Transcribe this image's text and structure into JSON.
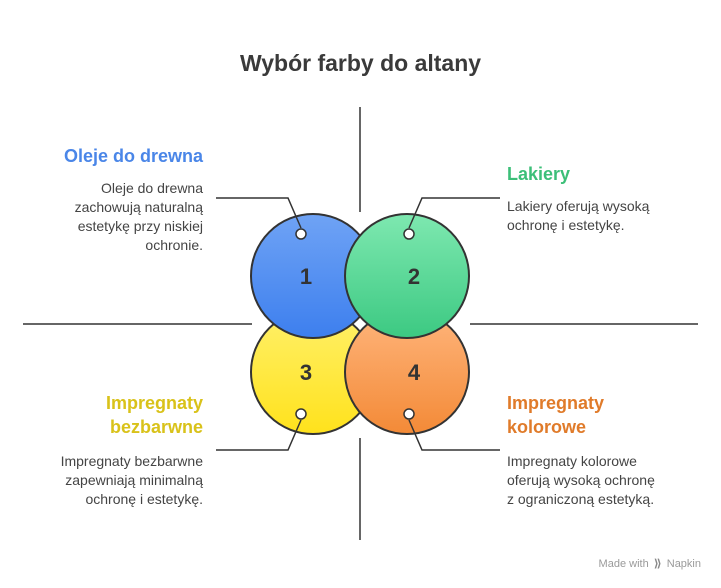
{
  "title": "Wybór farby do altany",
  "colors": {
    "q1": "#4f8df0",
    "q2": "#3fcf85",
    "q3": "#ffe22e",
    "q4": "#f59a4c",
    "heading1": "#4a86e8",
    "heading2": "#3cbf78",
    "heading3": "#d9c21a",
    "heading4": "#e07b2a",
    "lines": "#333333"
  },
  "quadrants": [
    {
      "number": "1",
      "heading": "Oleje do drewna",
      "description": "Oleje do drewna\nzachowują naturalną\nestetykę przy niskiej\nochronie."
    },
    {
      "number": "2",
      "heading": "Lakiery",
      "description": "Lakiery oferują wysoką\nochronę i estetykę."
    },
    {
      "number": "3",
      "heading": "Impregnaty\nbezbarwne",
      "description": "Impregnaty bezbarwne\nzapewniają minimalną\nochronę i estetykę."
    },
    {
      "number": "4",
      "heading": "Impregnaty\nkolorowe",
      "description": "Impregnaty kolorowe\noferują wysoką ochronę\nz ograniczoną estetyką."
    }
  ],
  "footer": {
    "prefix": "Made with",
    "brand": "Napkin"
  }
}
